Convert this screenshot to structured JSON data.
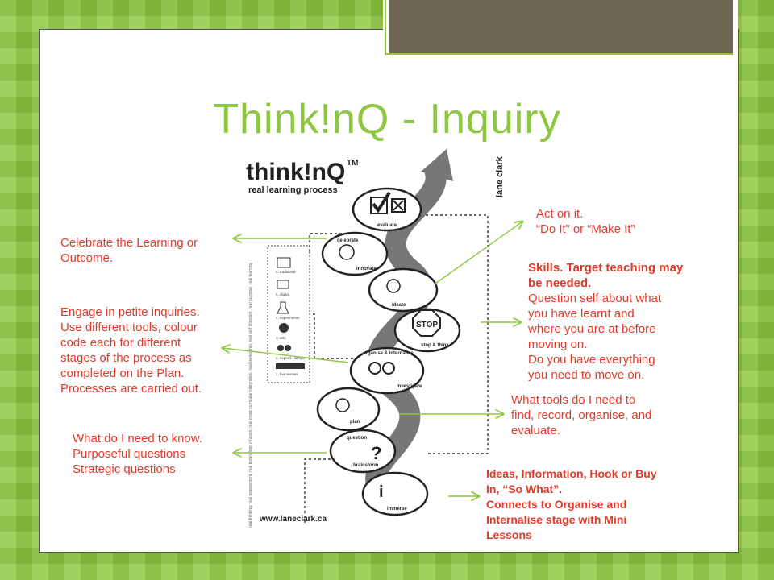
{
  "title": "Think!nQ - Inquiry",
  "diagram": {
    "logo": "think!nQ",
    "trademark": "TM",
    "subtitle": "real learning process",
    "author": "lane clark",
    "website": "www.laneclark.ca",
    "side_text": "real thinking, real assessment, real technology infusion, real cross curricular integration, real ownership, real self direction, real purpose, real learning",
    "tools": [
      "6. traditional",
      "5. digital",
      "4. experiments",
      "3. arts",
      "2. experts / people",
      "1. five senses"
    ],
    "stages": [
      "evaluate",
      "celebrate",
      "innovate",
      "ideate",
      "stop & think",
      "organise & internalise",
      "investigate",
      "plan",
      "question",
      "brainstorm",
      "immerse"
    ],
    "stop_sign": "STOP"
  },
  "notes": {
    "act": [
      "Act on it.",
      "“Do It” or “Make It”"
    ],
    "celebrate": [
      "Celebrate the Learning or",
      "Outcome."
    ],
    "skills_bold": [
      "Skills. Target teaching may",
      "be needed."
    ],
    "skills": [
      "Question self about what",
      "you have learnt and",
      "where you are at before",
      "moving on.",
      "Do you have everything",
      "you need to move on."
    ],
    "engage": [
      "Engage in petite inquiries.",
      "Use different tools, colour",
      "code each for different",
      "stages of the process as",
      "completed on the Plan.",
      "Processes are carried out."
    ],
    "tools_q": [
      "What tools do I need to",
      "find, record, organise, and",
      "evaluate."
    ],
    "know": [
      "What do I need to know.",
      "Purposeful questions",
      "Strategic questions"
    ],
    "ideas": [
      "Ideas, Information, Hook or Buy",
      "In, “So What”.",
      "Connects to Organise and",
      "Internalise stage with Mini",
      "Lessons"
    ]
  },
  "colors": {
    "accent": "#8dc63f",
    "red": "#e23a2a",
    "tab": "#6d6652"
  }
}
